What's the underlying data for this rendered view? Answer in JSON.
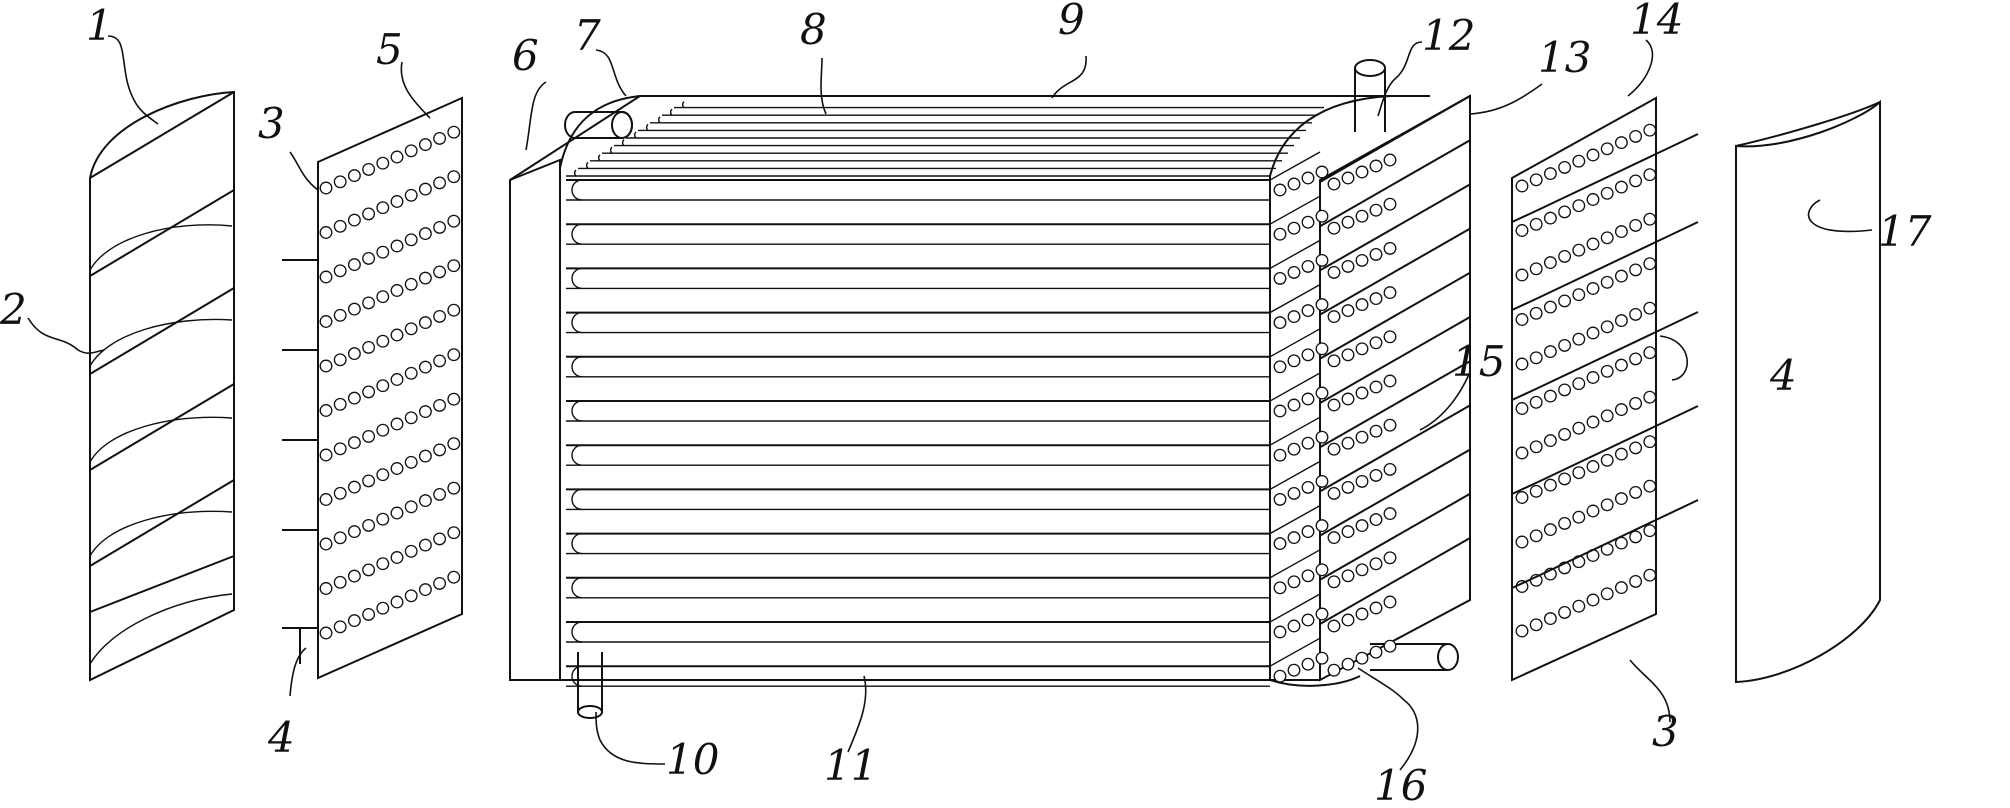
{
  "diagram": {
    "labels": [
      {
        "id": "1",
        "text": "1"
      },
      {
        "id": "2",
        "text": "2"
      },
      {
        "id": "3a",
        "text": "3"
      },
      {
        "id": "4a",
        "text": "4"
      },
      {
        "id": "5",
        "text": "5"
      },
      {
        "id": "6",
        "text": "6"
      },
      {
        "id": "7",
        "text": "7"
      },
      {
        "id": "8",
        "text": "8"
      },
      {
        "id": "9",
        "text": "9"
      },
      {
        "id": "10",
        "text": "10"
      },
      {
        "id": "11",
        "text": "11"
      },
      {
        "id": "12",
        "text": "12"
      },
      {
        "id": "13",
        "text": "13"
      },
      {
        "id": "14",
        "text": "14"
      },
      {
        "id": "15",
        "text": "15"
      },
      {
        "id": "16",
        "text": "16"
      },
      {
        "id": "17",
        "text": "17"
      },
      {
        "id": "3b",
        "text": "3"
      },
      {
        "id": "4b",
        "text": "4"
      }
    ]
  }
}
